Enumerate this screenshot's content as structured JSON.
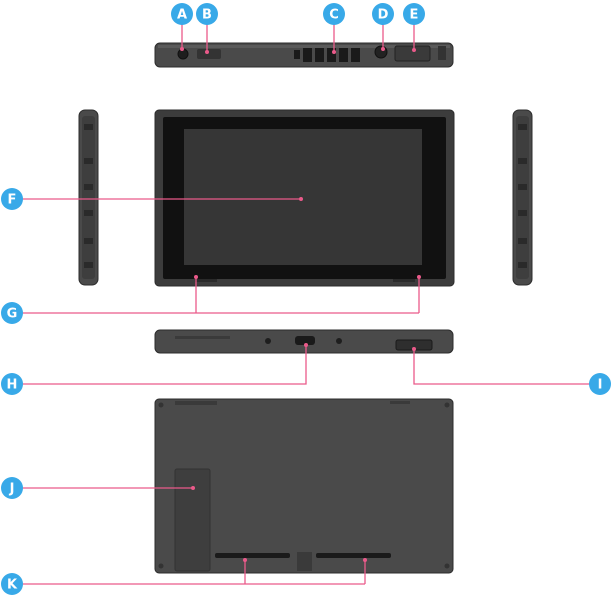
{
  "diagram": {
    "colors": {
      "badge": "#38a9e8",
      "leader": "#ea5a8a",
      "body": "#4a4a4a",
      "edge": "#2c2c2c",
      "screen": "#111111",
      "panel": "#3c3c3c"
    },
    "callouts": [
      {
        "letter": "A",
        "target": "headphone-jack"
      },
      {
        "letter": "B",
        "target": "power-button"
      },
      {
        "letter": "C",
        "target": "top-vent"
      },
      {
        "letter": "D",
        "target": "volume-button"
      },
      {
        "letter": "E",
        "target": "game-card-slot"
      },
      {
        "letter": "F",
        "target": "touch-screen"
      },
      {
        "letter": "G",
        "target": "speakers-front"
      },
      {
        "letter": "H",
        "target": "usb-port"
      },
      {
        "letter": "I",
        "target": "microsd-slot"
      },
      {
        "letter": "J",
        "target": "kickstand"
      },
      {
        "letter": "K",
        "target": "rear-speakers"
      }
    ]
  }
}
